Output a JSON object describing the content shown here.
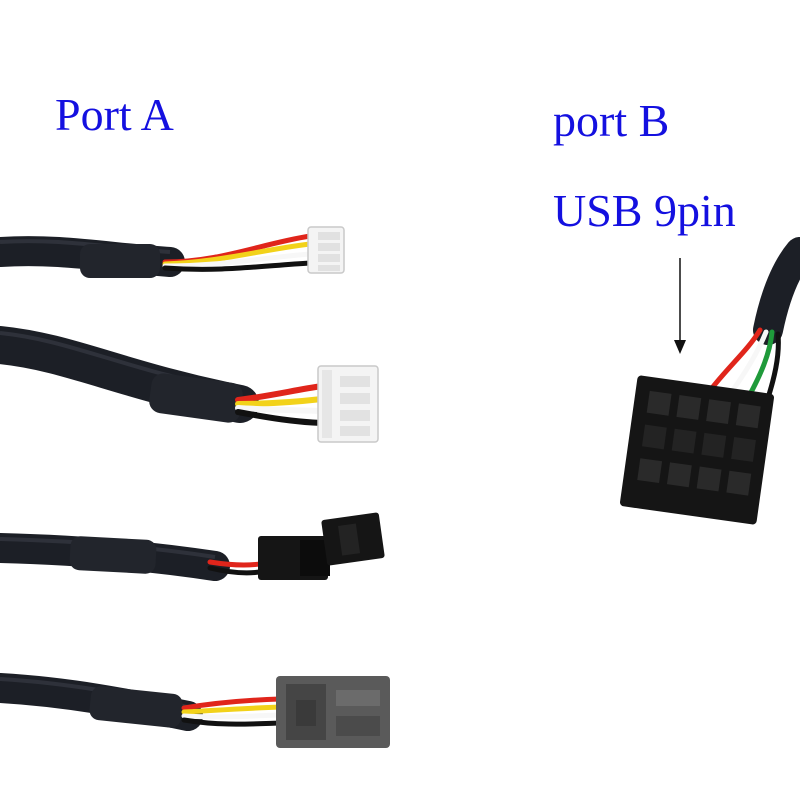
{
  "labels": {
    "port_a": "Port A",
    "port_b": "port B",
    "usb_9pin": "USB 9pin"
  },
  "colors": {
    "label_text": "#1410e0",
    "cable_jacket": "#1c1f26",
    "connector_white": "#f4f4f4",
    "connector_black": "#151515",
    "connector_gray": "#5a5a5a",
    "wire_red": "#e0251b",
    "wire_yellow": "#f2d21a",
    "wire_white": "#f7f7f7",
    "wire_black": "#111111",
    "wire_green": "#1f9a3a"
  }
}
